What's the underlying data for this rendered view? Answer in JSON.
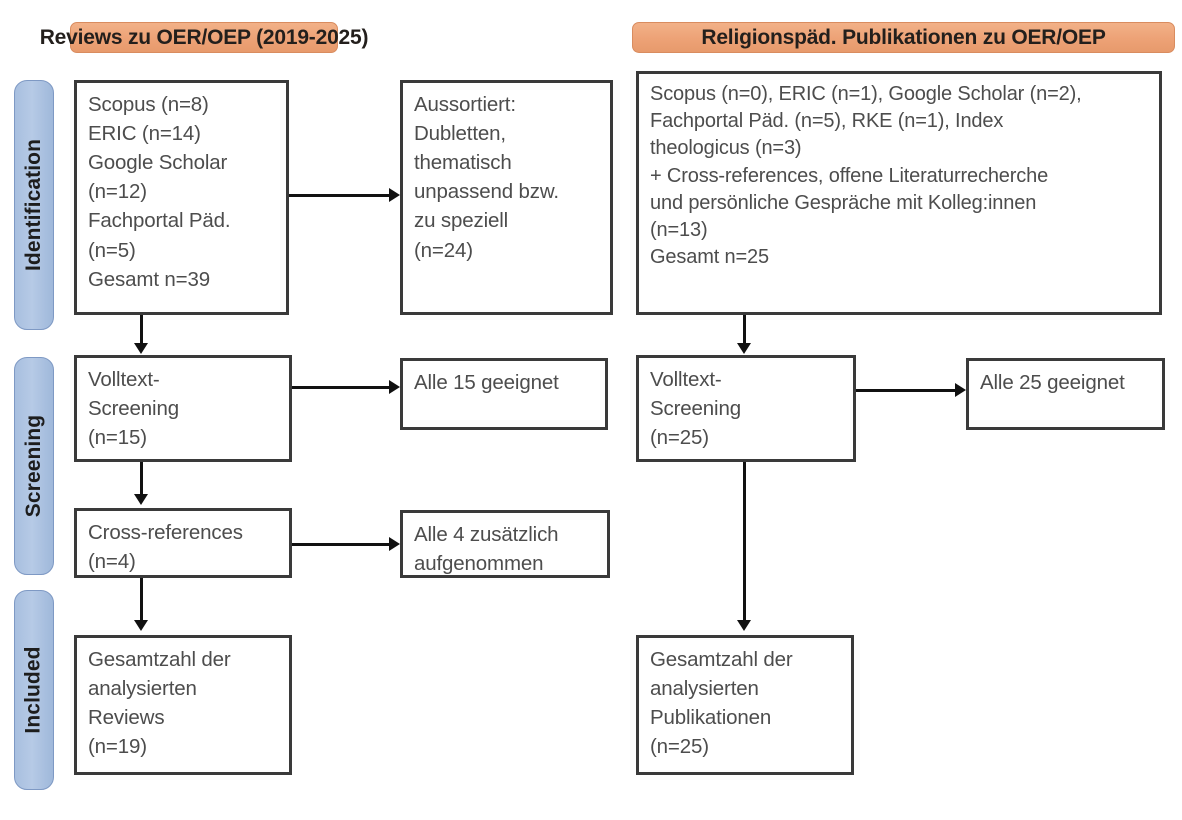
{
  "figure": {
    "type": "prisma-flow-diagram",
    "phases": [
      {
        "id": "identification",
        "label": "Identification"
      },
      {
        "id": "screening",
        "label": "Screening"
      },
      {
        "id": "included",
        "label": "Included"
      }
    ],
    "columns": [
      {
        "id": "reviews",
        "banner": "Reviews zu OER/OEP (2019-2025)"
      },
      {
        "id": "religionspaed",
        "banner": "Religionspäd. Publikationen zu OER/OEP"
      }
    ],
    "boxes": {
      "left_identification_sources": "Scopus (n=8)\nERIC (n=14)\nGoogle Scholar\n(n=12)\nFachportal Päd.\n(n=5)\nGesamt n=39",
      "left_excluded": "Aussortiert:\nDubletten,\nthematisch\nunpassend bzw.\nzu speziell\n(n=24)",
      "left_screening_fulltext": "Volltext-\nScreening\n(n=15)",
      "left_screening_result": "Alle 15 geeignet",
      "left_crossrefs": "Cross-references\n(n=4)",
      "left_crossrefs_result": "Alle 4 zusätzlich\naufgenommen",
      "left_included_total": "Gesamtzahl der\nanalysierten\nReviews\n(n=19)",
      "right_identification_sources": "Scopus (n=0), ERIC (n=1), Google Scholar (n=2),\nFachportal Päd. (n=5), RKE (n=1), Index\ntheologicus (n=3)\n+ Cross-references, offene Literaturrecherche\nund persönliche Gespräche mit Kolleg:innen\n(n=13)\nGesamt n=25",
      "right_screening_fulltext": "Volltext-\nScreening\n(n=25)",
      "right_screening_result": "Alle 25 geeignet",
      "right_included_total": "Gesamtzahl der\nanalysierten\nPublikationen\n(n=25)"
    },
    "colors": {
      "banner_fill": "#eda276",
      "banner_border": "#d98c5f",
      "phase_tab_fill": "#b0c4e2",
      "phase_tab_border": "#7e99c4",
      "box_border": "#3a3a3a",
      "box_fill": "#ffffff",
      "text": "#4d4d4d",
      "connector": "#111111"
    }
  }
}
